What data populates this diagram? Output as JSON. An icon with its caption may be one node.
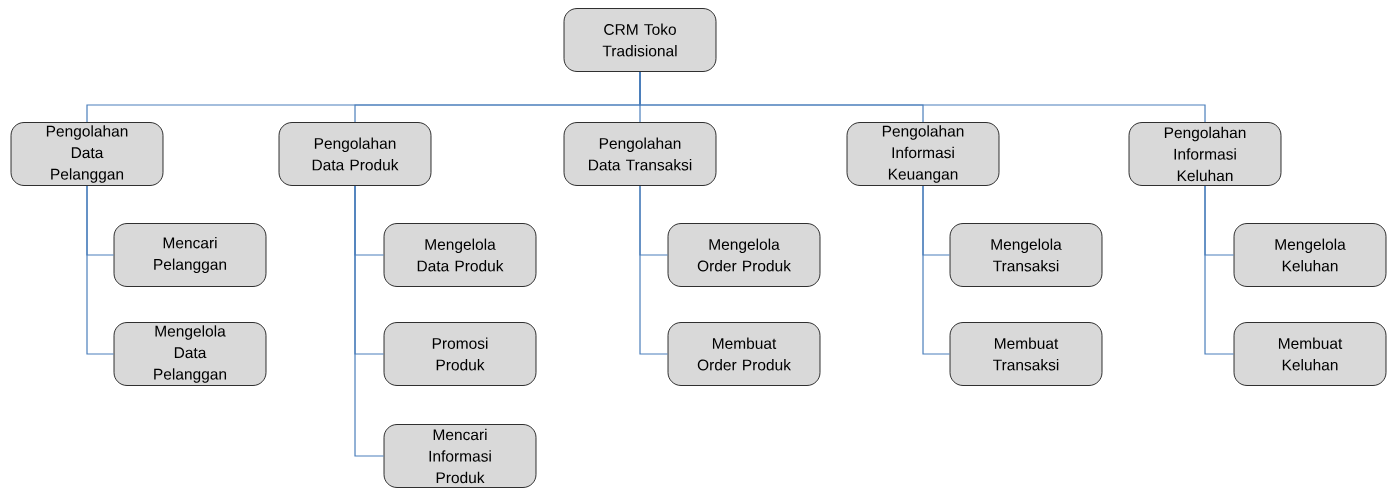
{
  "diagram": {
    "nodes": [
      {
        "text": [
          "CRM Toko Tradisional"
        ]
      },
      {
        "text": [
          "Pengolahan Data Pelanggan"
        ]
      },
      {
        "text": [
          "Pengolahan Data Produk"
        ]
      },
      {
        "text": [
          "Pengolahan Data Transaksi"
        ]
      },
      {
        "text": [
          "Pengolahan Informasi Keuangan"
        ]
      },
      {
        "text": [
          "Pengolahan Informasi Keluhan"
        ]
      },
      {
        "text": [
          "Mencari Pelanggan"
        ]
      },
      {
        "text": [
          "Mengelola Data Pelanggan"
        ]
      },
      {
        "text": [
          "Mengelola Data Produk"
        ]
      },
      {
        "text": [
          "Promosi Produk"
        ]
      },
      {
        "text": [
          "Mencari Informasi Produk"
        ]
      },
      {
        "text": [
          "Mengelola Order Produk"
        ]
      },
      {
        "text": [
          "Membuat Order Produk"
        ]
      },
      {
        "text": [
          "Mengelola Transaksi"
        ]
      },
      {
        "text": [
          "Membuat Transaksi"
        ]
      },
      {
        "text": [
          "Mengelola Keluhan"
        ]
      },
      {
        "text": [
          "Membuat Keluhan"
        ]
      }
    ],
    "edges": [
      {
        "from": 0,
        "to": 1,
        "arrow": "none"
      },
      {
        "from": 0,
        "to": 2,
        "arrow": "none"
      },
      {
        "from": 0,
        "to": 3,
        "arrow": "none"
      },
      {
        "from": 0,
        "to": 4,
        "arrow": "none"
      },
      {
        "from": 0,
        "to": 5,
        "arrow": "none"
      },
      {
        "from": 1,
        "to": 6,
        "arrow": "none"
      },
      {
        "from": 1,
        "to": 7,
        "arrow": "none"
      },
      {
        "from": 2,
        "to": 8,
        "arrow": "none"
      },
      {
        "from": 2,
        "to": 9,
        "arrow": "none"
      },
      {
        "from": 2,
        "to": 10,
        "arrow": "none"
      },
      {
        "from": 3,
        "to": 11,
        "arrow": "none"
      },
      {
        "from": 3,
        "to": 12,
        "arrow": "none"
      },
      {
        "from": 4,
        "to": 13,
        "arrow": "none"
      },
      {
        "from": 4,
        "to": 14,
        "arrow": "none"
      },
      {
        "from": 5,
        "to": 15,
        "arrow": "none"
      },
      {
        "from": 5,
        "to": 16,
        "arrow": "none"
      }
    ]
  }
}
